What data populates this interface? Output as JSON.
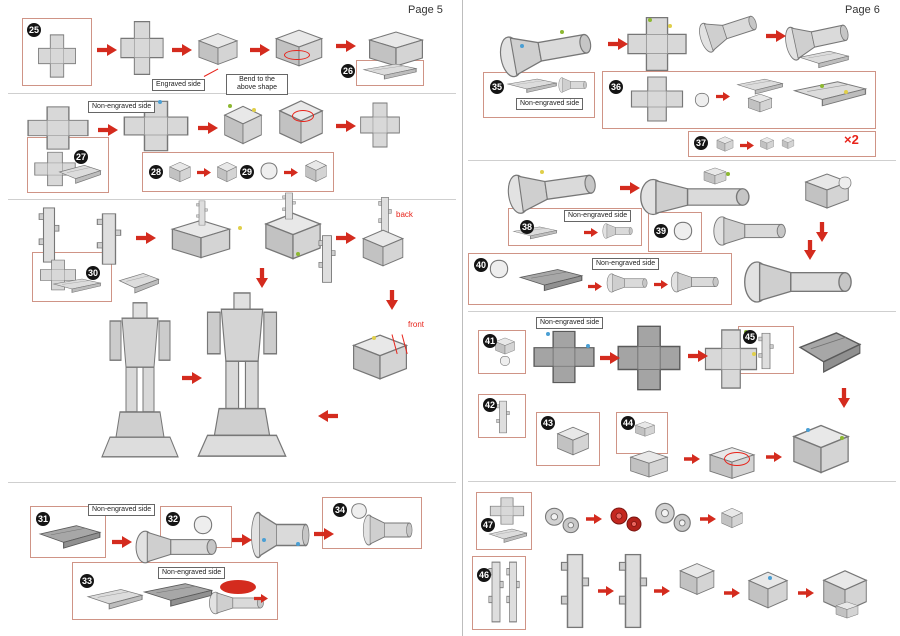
{
  "meta": {
    "doc_type": "model-kit-assembly-instructions"
  },
  "colors": {
    "arrow_red": "#d42b1e",
    "step_badge_black": "#141414",
    "highlight_red": "#e8231a",
    "part_gray": "#d6d6d6",
    "box_border": "#cf9486"
  },
  "page5": {
    "title": "Page 5",
    "steps": {
      "s25": "25",
      "s26": "26",
      "s27": "27",
      "s28": "28",
      "s29": "29",
      "s30": "30",
      "s31": "31",
      "s32": "32",
      "s33": "33",
      "s34": "34"
    },
    "labels": {
      "engraved": "Engraved side",
      "bend": "Bend to the above shape",
      "non_engraved": "Non-engraved side",
      "back": "back",
      "front": "front"
    }
  },
  "page6": {
    "title": "Page 6",
    "steps": {
      "s35": "35",
      "s36": "36",
      "s37": "37",
      "s38": "38",
      "s39": "39",
      "s40": "40",
      "s41": "41",
      "s42": "42",
      "s43": "43",
      "s44": "44",
      "s45": "45",
      "s46": "46",
      "s47": "47"
    },
    "labels": {
      "non_engraved": "Non-engraved side",
      "times2": "×2"
    }
  }
}
